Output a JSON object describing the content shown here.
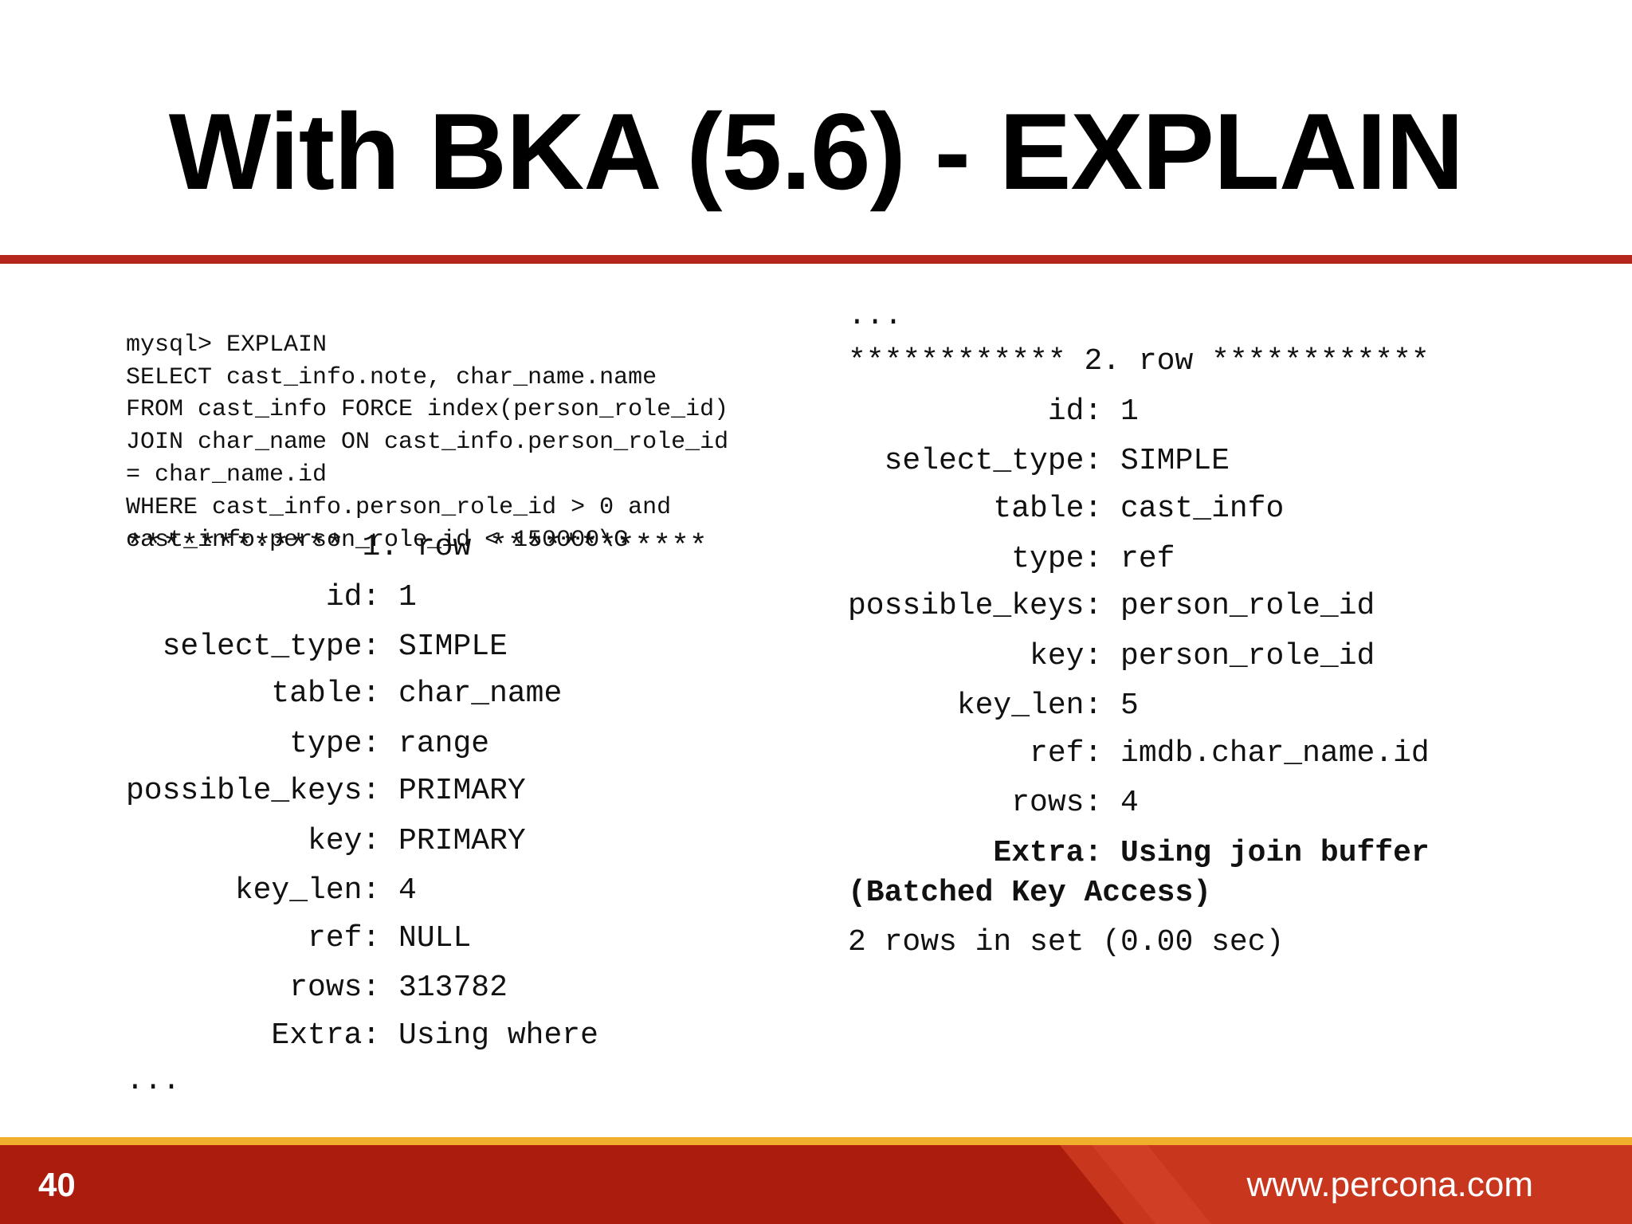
{
  "title": "With BKA (5.6) - EXPLAIN",
  "query_lines": [
    "mysql> EXPLAIN",
    "SELECT cast_info.note, char_name.name",
    "FROM cast_info FORCE index(person_role_id)",
    "JOIN char_name ON cast_info.person_role_id",
    "= char_name.id",
    "WHERE cast_info.person_role_id > 0 and",
    "cast_info.person_role_id < 150000\\G"
  ],
  "left": {
    "row_header": "************ 1. row ************",
    "fields": [
      "           id: 1",
      "  select_type: SIMPLE",
      "        table: char_name",
      "         type: range",
      "possible_keys: PRIMARY",
      "          key: PRIMARY",
      "      key_len: 4",
      "          ref: NULL",
      "         rows: 313782",
      "        Extra: Using where"
    ],
    "ellipsis": "..."
  },
  "right": {
    "ellipsis": "...",
    "row_header": "************ 2. row ************",
    "fields": [
      "           id: 1",
      "  select_type: SIMPLE",
      "        table: cast_info",
      "         type: ref",
      "possible_keys: person_role_id",
      "          key: person_role_id",
      "      key_len: 5",
      "          ref: imdb.char_name.id",
      "         rows: 4"
    ],
    "extra_line": "        Extra: Using join buffer",
    "extra_continuation": "(Batched Key Access)",
    "result_summary": "2 rows in set (0.00 sec)"
  },
  "footer": {
    "page_number": "40",
    "url": "www.percona.com"
  },
  "colors": {
    "title_rule": "#b5261c",
    "footer_red": "#ab1c0d",
    "footer_yellow": "#f1ae2d"
  }
}
